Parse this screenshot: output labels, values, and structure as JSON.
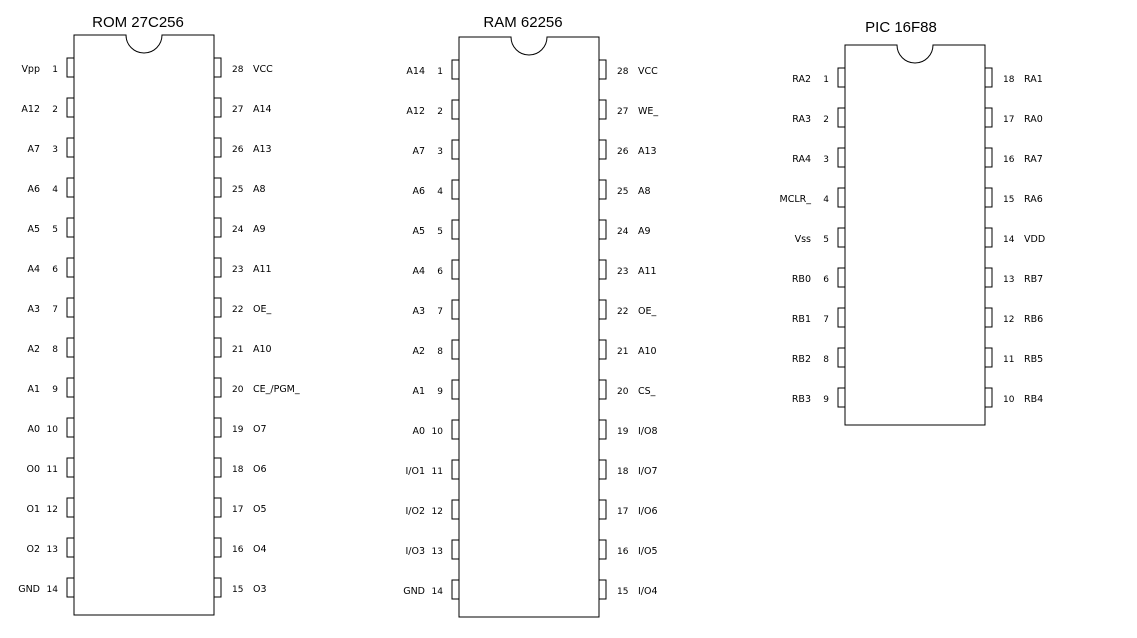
{
  "chips": [
    {
      "title": "ROM 27C256",
      "left_pins": [
        {
          "num": "1",
          "label": "Vpp"
        },
        {
          "num": "2",
          "label": "A12"
        },
        {
          "num": "3",
          "label": "A7"
        },
        {
          "num": "4",
          "label": "A6"
        },
        {
          "num": "5",
          "label": "A5"
        },
        {
          "num": "6",
          "label": "A4"
        },
        {
          "num": "7",
          "label": "A3"
        },
        {
          "num": "8",
          "label": "A2"
        },
        {
          "num": "9",
          "label": "A1"
        },
        {
          "num": "10",
          "label": "A0"
        },
        {
          "num": "11",
          "label": "O0"
        },
        {
          "num": "12",
          "label": "O1"
        },
        {
          "num": "13",
          "label": "O2"
        },
        {
          "num": "14",
          "label": "GND"
        }
      ],
      "right_pins": [
        {
          "num": "28",
          "label": "VCC"
        },
        {
          "num": "27",
          "label": "A14"
        },
        {
          "num": "26",
          "label": "A13"
        },
        {
          "num": "25",
          "label": "A8"
        },
        {
          "num": "24",
          "label": "A9"
        },
        {
          "num": "23",
          "label": "A11"
        },
        {
          "num": "22",
          "label": "OE_"
        },
        {
          "num": "21",
          "label": "A10"
        },
        {
          "num": "20",
          "label": "CE_/PGM_"
        },
        {
          "num": "19",
          "label": "O7"
        },
        {
          "num": "18",
          "label": "O6"
        },
        {
          "num": "17",
          "label": "O5"
        },
        {
          "num": "16",
          "label": "O4"
        },
        {
          "num": "15",
          "label": "O3"
        }
      ]
    },
    {
      "title": "RAM 62256",
      "left_pins": [
        {
          "num": "1",
          "label": "A14"
        },
        {
          "num": "2",
          "label": "A12"
        },
        {
          "num": "3",
          "label": "A7"
        },
        {
          "num": "4",
          "label": "A6"
        },
        {
          "num": "5",
          "label": "A5"
        },
        {
          "num": "6",
          "label": "A4"
        },
        {
          "num": "7",
          "label": "A3"
        },
        {
          "num": "8",
          "label": "A2"
        },
        {
          "num": "9",
          "label": "A1"
        },
        {
          "num": "10",
          "label": "A0"
        },
        {
          "num": "11",
          "label": "I/O1"
        },
        {
          "num": "12",
          "label": "I/O2"
        },
        {
          "num": "13",
          "label": "I/O3"
        },
        {
          "num": "14",
          "label": "GND"
        }
      ],
      "right_pins": [
        {
          "num": "28",
          "label": "VCC"
        },
        {
          "num": "27",
          "label": "WE_"
        },
        {
          "num": "26",
          "label": "A13"
        },
        {
          "num": "25",
          "label": "A8"
        },
        {
          "num": "24",
          "label": "A9"
        },
        {
          "num": "23",
          "label": "A11"
        },
        {
          "num": "22",
          "label": "OE_"
        },
        {
          "num": "21",
          "label": "A10"
        },
        {
          "num": "20",
          "label": "CS_"
        },
        {
          "num": "19",
          "label": "I/O8"
        },
        {
          "num": "18",
          "label": "I/O7"
        },
        {
          "num": "17",
          "label": "I/O6"
        },
        {
          "num": "16",
          "label": "I/O5"
        },
        {
          "num": "15",
          "label": "I/O4"
        }
      ]
    },
    {
      "title": "PIC 16F88",
      "left_pins": [
        {
          "num": "1",
          "label": "RA2"
        },
        {
          "num": "2",
          "label": "RA3"
        },
        {
          "num": "3",
          "label": "RA4"
        },
        {
          "num": "4",
          "label": "MCLR_"
        },
        {
          "num": "5",
          "label": "Vss"
        },
        {
          "num": "6",
          "label": "RB0"
        },
        {
          "num": "7",
          "label": "RB1"
        },
        {
          "num": "8",
          "label": "RB2"
        },
        {
          "num": "9",
          "label": "RB3"
        }
      ],
      "right_pins": [
        {
          "num": "18",
          "label": "RA1"
        },
        {
          "num": "17",
          "label": "RA0"
        },
        {
          "num": "16",
          "label": "RA7"
        },
        {
          "num": "15",
          "label": "RA6"
        },
        {
          "num": "14",
          "label": "VDD"
        },
        {
          "num": "13",
          "label": "RB7"
        },
        {
          "num": "12",
          "label": "RB6"
        },
        {
          "num": "11",
          "label": "RB5"
        },
        {
          "num": "10",
          "label": "RB4"
        }
      ]
    }
  ]
}
